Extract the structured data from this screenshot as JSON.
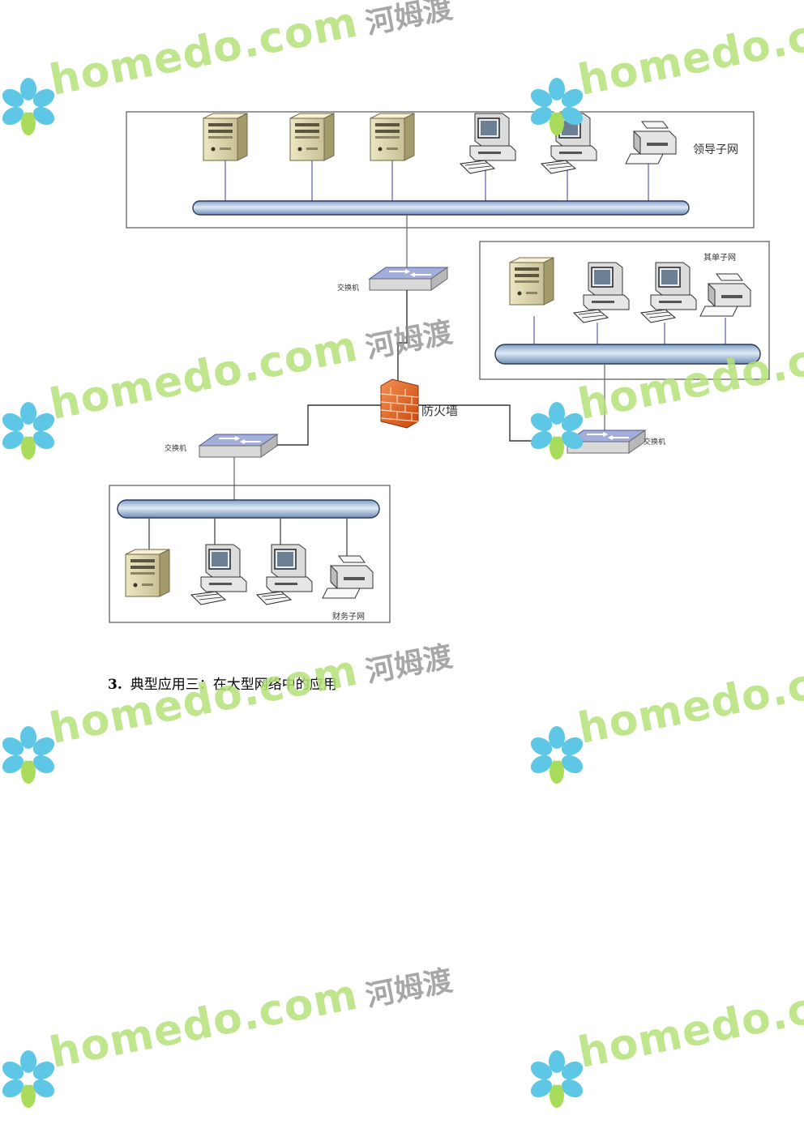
{
  "labels": {
    "leader_subnet": "领导子网",
    "other_subnet": "其单子网",
    "finance_subnet": "财务子网",
    "switch_top": "交换机",
    "switch_left": "交换机",
    "switch_right": "交换机",
    "firewall": "防火墙"
  },
  "heading": {
    "number": "3.",
    "text": "典型应用三：在大型网络中的应用"
  },
  "watermark": {
    "text": "homedo.com",
    "cn_text": "河姆渡"
  },
  "colors": {
    "bus": "#b7cde6",
    "bus_stroke": "#2b3a5a",
    "switch_top": "#8a94c8",
    "firewall": "#e56a1c",
    "watermark_green": "#b5e17a",
    "watermark_blue": "#44b9d9"
  },
  "icons": {
    "server": "server-tower-icon",
    "workstation": "desktop-computer-icon",
    "printer": "printer-icon",
    "switch": "network-switch-icon",
    "firewall": "firewall-brick-icon",
    "logo": "flower-logo-icon"
  }
}
